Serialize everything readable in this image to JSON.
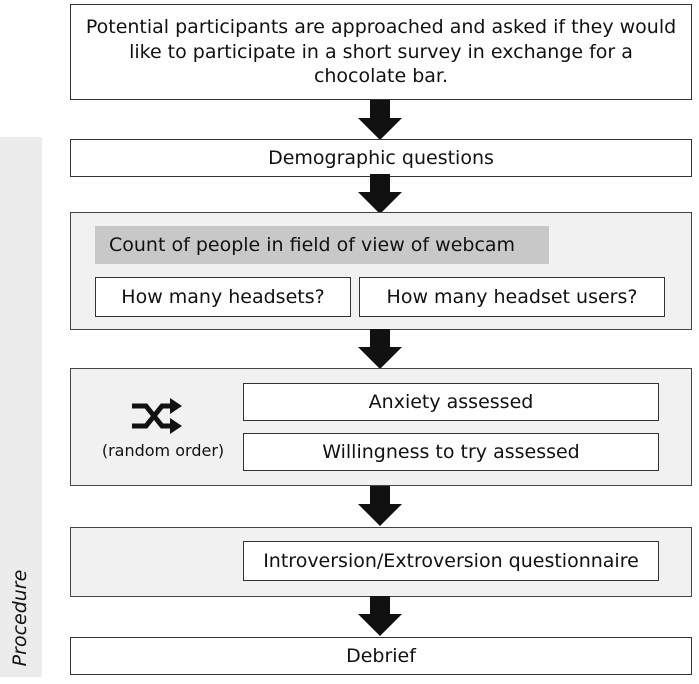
{
  "side_label": "Procedure",
  "steps": {
    "approach": "Potential participants are approached and asked if they would like to participate in a short survey in exchange for a chocolate bar.",
    "demographics": "Demographic questions",
    "count_header": "Count of people in field of view of webcam",
    "headsets": "How many headsets?",
    "headset_users": "How many headset users?",
    "anxiety": "Anxiety assessed",
    "willingness": "Willingness to try assessed",
    "random_order": "(random order)",
    "questionnaire": "Introversion/Extroversion questionnaire",
    "debrief": "Debrief"
  },
  "icons": {
    "shuffle": "shuffle-icon",
    "arrow": "down-arrow-icon"
  },
  "colors": {
    "panel": "#f1f1f1",
    "header_bar": "#c8c8c8",
    "side_band": "#ececec",
    "arrow": "#111111"
  }
}
